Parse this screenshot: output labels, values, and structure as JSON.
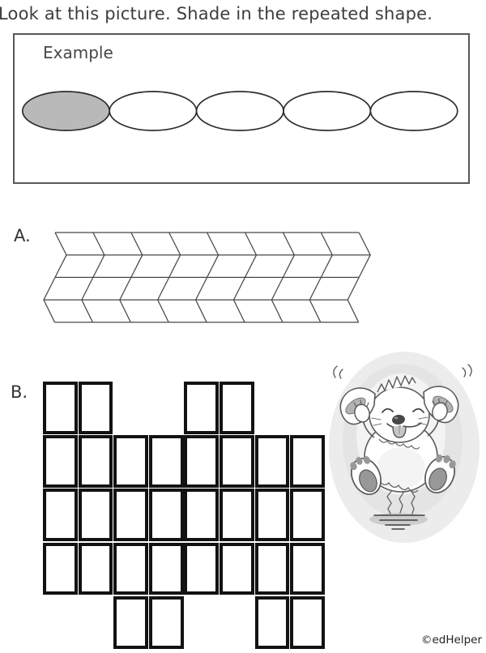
{
  "title": "Look at this picture. Shade in the repeated shape.",
  "credit": "©edHelper",
  "example": {
    "label": "Example",
    "shape": "oval",
    "shape_count": 5,
    "shaded_index": 0,
    "shaded_fill": "#b9b9b9",
    "outline_color": "#2d2d2d"
  },
  "section_a": {
    "label": "A.",
    "pattern": "chevron-parallelogram-band",
    "columns": 8,
    "rows": 4,
    "line_color": "#474747"
  },
  "section_b": {
    "label": "B.",
    "pattern": "rectangle-grid",
    "border_color": "#121212",
    "rows": [
      {
        "cells": [
          0,
          1,
          4,
          5
        ]
      },
      {
        "cells": [
          0,
          1,
          2,
          3,
          4,
          5,
          6,
          7
        ]
      },
      {
        "cells": [
          0,
          1,
          2,
          3,
          4,
          5,
          6,
          7
        ]
      },
      {
        "cells": [
          0,
          1,
          2,
          3,
          4,
          5,
          6,
          7
        ]
      },
      {
        "cells": [
          2,
          3,
          6,
          7
        ]
      }
    ]
  },
  "illustration": {
    "name": "jumping-bunny"
  }
}
